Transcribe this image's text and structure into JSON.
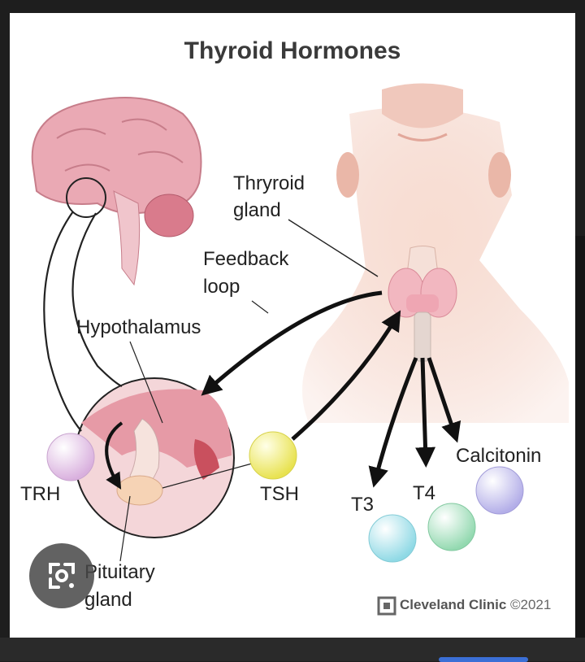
{
  "title": "Thyroid Hormones",
  "labels": {
    "thyroid_gland_l1": "Thryroid",
    "thyroid_gland_l2": "gland",
    "feedback_l1": "Feedback",
    "feedback_l2": "loop",
    "hypothalamus": "Hypothalamus",
    "trh": "TRH",
    "tsh": "TSH",
    "t3": "T3",
    "t4": "T4",
    "calcitonin": "Calcitonin",
    "pituitary_l1": "Pituitary",
    "pituitary_l2": "gland"
  },
  "footer": {
    "brand": "Cleveland Clinic",
    "copyright": "©2021"
  },
  "colors": {
    "trh": "#e8c6ec",
    "tsh": "#f3ef7a",
    "t3": "#a7e6ef",
    "t4": "#a9e5c3",
    "calcitonin": "#c7c4f2",
    "brain": "#eaa9b4",
    "skin": "#f3cdbf",
    "thyroid": "#f2b7c0"
  },
  "icons": {
    "lens": "google-lens-icon",
    "brand_mark": "cleveland-clinic-logo-icon"
  }
}
